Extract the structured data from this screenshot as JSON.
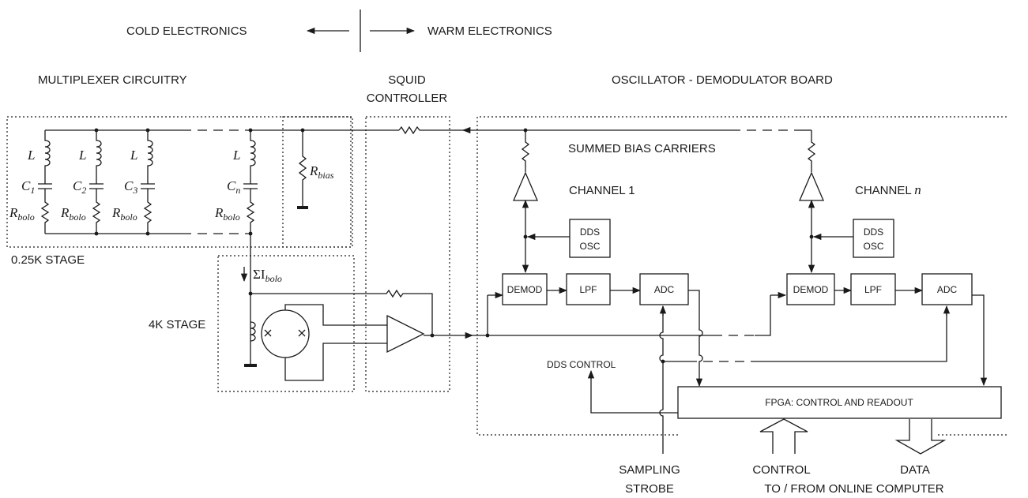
{
  "header": {
    "cold": "COLD ELECTRONICS",
    "warm": "WARM ELECTRONICS"
  },
  "sections": {
    "multiplexer": "MULTIPLEXER CIRCUITRY",
    "squid_line1": "SQUID",
    "squid_line2": "CONTROLLER",
    "osc_board": "OSCILLATOR - DEMODULATOR BOARD"
  },
  "stages": {
    "mk250": "0.25K STAGE",
    "k4": "4K STAGE"
  },
  "components": {
    "L": "L",
    "C": "C",
    "c_subs": [
      "1",
      "2",
      "3",
      "n"
    ],
    "R": "R",
    "bolo_sub": "bolo",
    "rbias_sub": "bias",
    "sum_current": "ΣI",
    "sum_current_sub": "bolo"
  },
  "board": {
    "summed_bias": "SUMMED BIAS CARRIERS",
    "channel_1": "CHANNEL 1",
    "channel_n_prefix": "CHANNEL ",
    "channel_n_var": "n",
    "dds_line1": "DDS",
    "dds_line2": "OSC",
    "demod": "DEMOD",
    "lpf": "LPF",
    "adc": "ADC",
    "dds_control": "DDS CONTROL",
    "fpga": "FPGA: CONTROL AND READOUT"
  },
  "bottom": {
    "sampling_line1": "SAMPLING",
    "sampling_line2": "STROBE",
    "control_line1": "CONTROL",
    "data_line1": "DATA",
    "online_computer": "TO / FROM ONLINE COMPUTER"
  }
}
